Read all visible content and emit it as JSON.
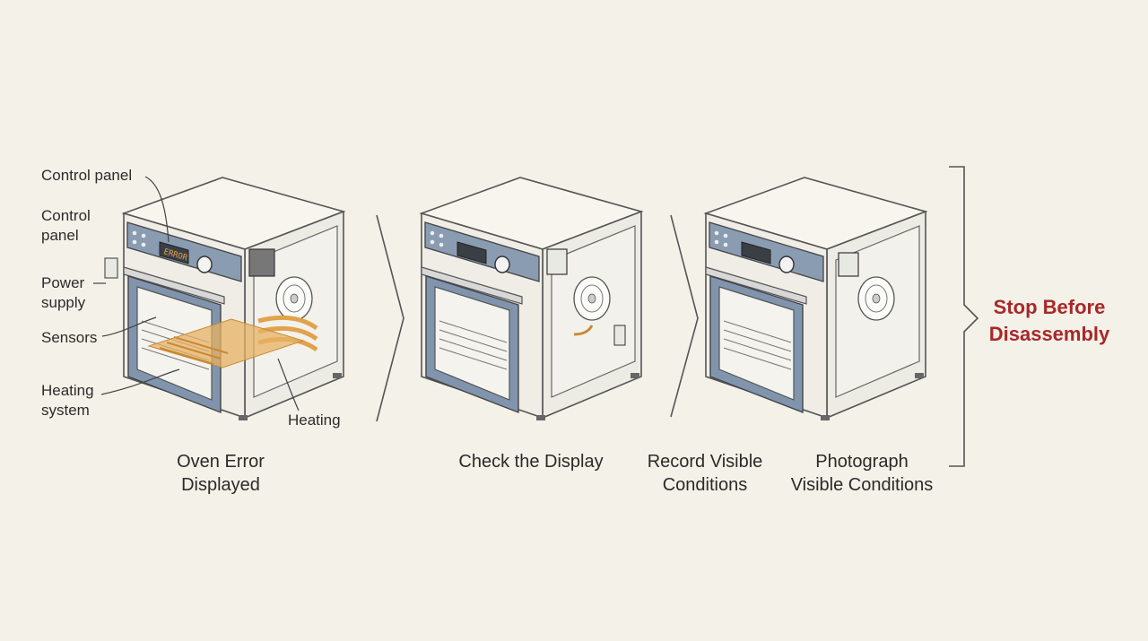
{
  "labels": {
    "control_panel_1": "Control panel",
    "control_panel_2": "Control\npanel",
    "power_supply": "Power\nsupply",
    "sensors": "Sensors",
    "heating_system": "Heating\nsystem",
    "heating": "Heating",
    "display_text": "ERROR"
  },
  "steps": [
    {
      "caption": "Oven Error\nDisplayed"
    },
    {
      "caption": "Check the Display"
    },
    {
      "caption": "Record Visible\nConditions"
    },
    {
      "caption": "Photograph\nVisible Conditions"
    }
  ],
  "conclusion": {
    "text": "Stop Before\nDisassembly",
    "color": "#a8282a"
  },
  "colors": {
    "background": "#f4f1e8",
    "door_blue": "#8095ad",
    "heating_orange": "#e0a24a",
    "line": "#555555"
  }
}
